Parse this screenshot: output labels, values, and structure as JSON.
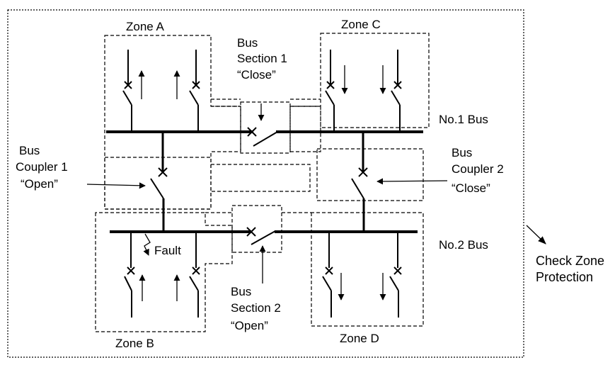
{
  "zones": {
    "a": "Zone A",
    "b": "Zone B",
    "c": "Zone C",
    "d": "Zone D"
  },
  "buses": {
    "bus1": "No.1 Bus",
    "bus2": "No.2 Bus"
  },
  "bus_section_1": {
    "line1": "Bus",
    "line2": "Section 1",
    "state": "“Close”"
  },
  "bus_section_2": {
    "line1": "Bus",
    "line2": "Section 2",
    "state": "“Open”"
  },
  "bus_coupler_1": {
    "line1": "Bus",
    "line2": "Coupler 1",
    "state": "“Open”"
  },
  "bus_coupler_2": {
    "line1": "Bus",
    "line2": "Coupler 2",
    "state": "“Close”"
  },
  "fault": "Fault",
  "check_zone": {
    "line1": "Check Zone",
    "line2": "Protection"
  }
}
